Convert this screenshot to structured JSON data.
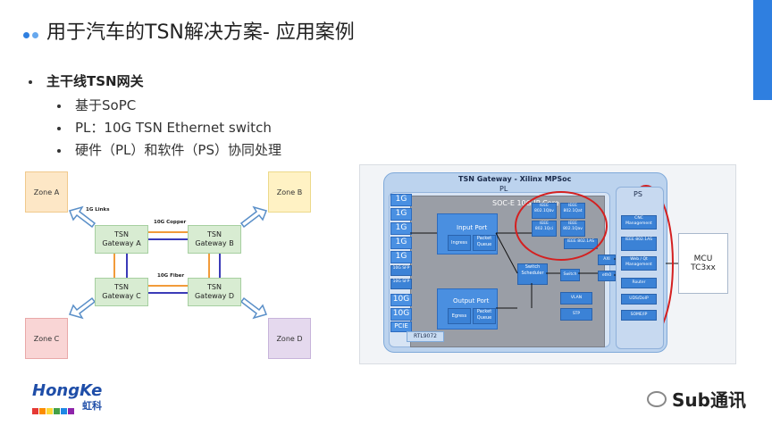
{
  "header": {
    "title": "用于汽车的TSN解决方案- 应用案例",
    "dot_colors": [
      "#2f7fe0",
      "#67a8ee"
    ],
    "accent_color": "#2f7fe0"
  },
  "bullets": {
    "main": "主干线TSN网关",
    "subs": [
      "基于SoPC",
      "PL：10G TSN Ethernet switch",
      "硬件（PL）和软件（PS）协同处理"
    ]
  },
  "left_diagram": {
    "zones": [
      "Zone A",
      "Zone B",
      "Zone C",
      "Zone D"
    ],
    "zone_colors": [
      "#fde7c6",
      "#fff2c4",
      "#f9d5d5",
      "#e5d9ee"
    ],
    "gateways": [
      {
        "line1": "TSN",
        "line2": "Gateway A"
      },
      {
        "line1": "TSN",
        "line2": "Gateway B"
      },
      {
        "line1": "TSN",
        "line2": "Gateway C"
      },
      {
        "line1": "TSN",
        "line2": "Gateway D"
      }
    ],
    "labels": {
      "links": "1G Links",
      "copper": "10G Copper",
      "fiber": "10G Fiber"
    }
  },
  "right_diagram": {
    "gateway_title": "TSN Gateway - Xilinx MPSoc",
    "pl_label": "PL",
    "soc_label": "SOC-E 10G IP Core",
    "ports": [
      "1G",
      "1G",
      "1G",
      "1G",
      "1G",
      "10G",
      "10G"
    ],
    "pcie": "PCIE",
    "sfp_labels": [
      "10G SFP",
      "10G SFP"
    ],
    "input_port": {
      "title": "Input Port",
      "ingress": "Ingress",
      "packet_queue": "Packet Queue"
    },
    "output_port": {
      "title": "Output Port",
      "egress": "Egress",
      "packet_queue": "Packet Queue"
    },
    "ieee_boxes": [
      "IEEE 802.1Qbv",
      "IEEE 802.1Qat",
      "IEEE 802.1Qci",
      "IEEE 802.1Qav",
      "IEEE 802.1AS"
    ],
    "switch_scheduler": "Switch Scheduler",
    "switch": "Switch",
    "axi": "AXI",
    "eth": "eth0",
    "vlan": "VLAN",
    "stp": "STP",
    "rtl": "RTL9072",
    "ps_label": "PS",
    "ps_items": [
      "CNC Management",
      "IEEE 802.1AS",
      "Web / Qt Management",
      "Router",
      "UDS/DoIP",
      "SOME/IP"
    ],
    "mcu": {
      "line1": "MCU",
      "line2": "TC3xx"
    }
  },
  "logo": {
    "name": "HongKe",
    "chinese": "虹科",
    "square_colors": [
      "#e53935",
      "#fb8c00",
      "#fdd835",
      "#43a047",
      "#1e88e5",
      "#8e24aa"
    ]
  },
  "watermark": {
    "text": "Sub通讯"
  }
}
